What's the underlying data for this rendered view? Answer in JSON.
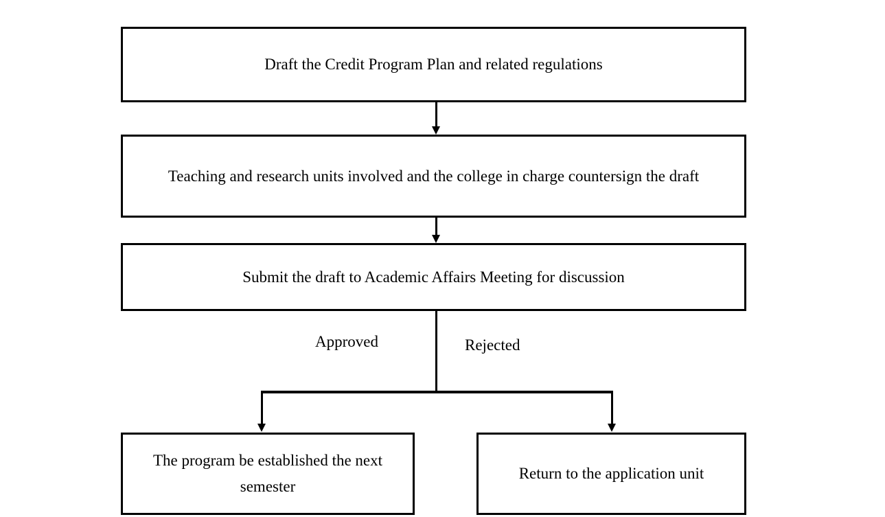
{
  "page": {
    "background_color": "#ffffff",
    "line_color": "#000000",
    "text_color": "#000000"
  },
  "flowchart": {
    "nodes": [
      {
        "id": "draft",
        "label": "Draft the Credit Program Plan and related regulations"
      },
      {
        "id": "countersign",
        "label": "Teaching and research units involved and the college in charge countersign the draft"
      },
      {
        "id": "submit",
        "label": "Submit the draft to Academic Affairs Meeting for discussion"
      },
      {
        "id": "established",
        "label": "The program be established the next semester"
      },
      {
        "id": "return",
        "label": "Return to the application unit"
      }
    ],
    "branch_labels": {
      "approved": "Approved",
      "rejected": "Rejected"
    },
    "edges": [
      {
        "from": "draft",
        "to": "countersign",
        "label": ""
      },
      {
        "from": "countersign",
        "to": "submit",
        "label": ""
      },
      {
        "from": "submit",
        "to": "established",
        "label": "Approved"
      },
      {
        "from": "submit",
        "to": "return",
        "label": "Rejected"
      }
    ]
  }
}
